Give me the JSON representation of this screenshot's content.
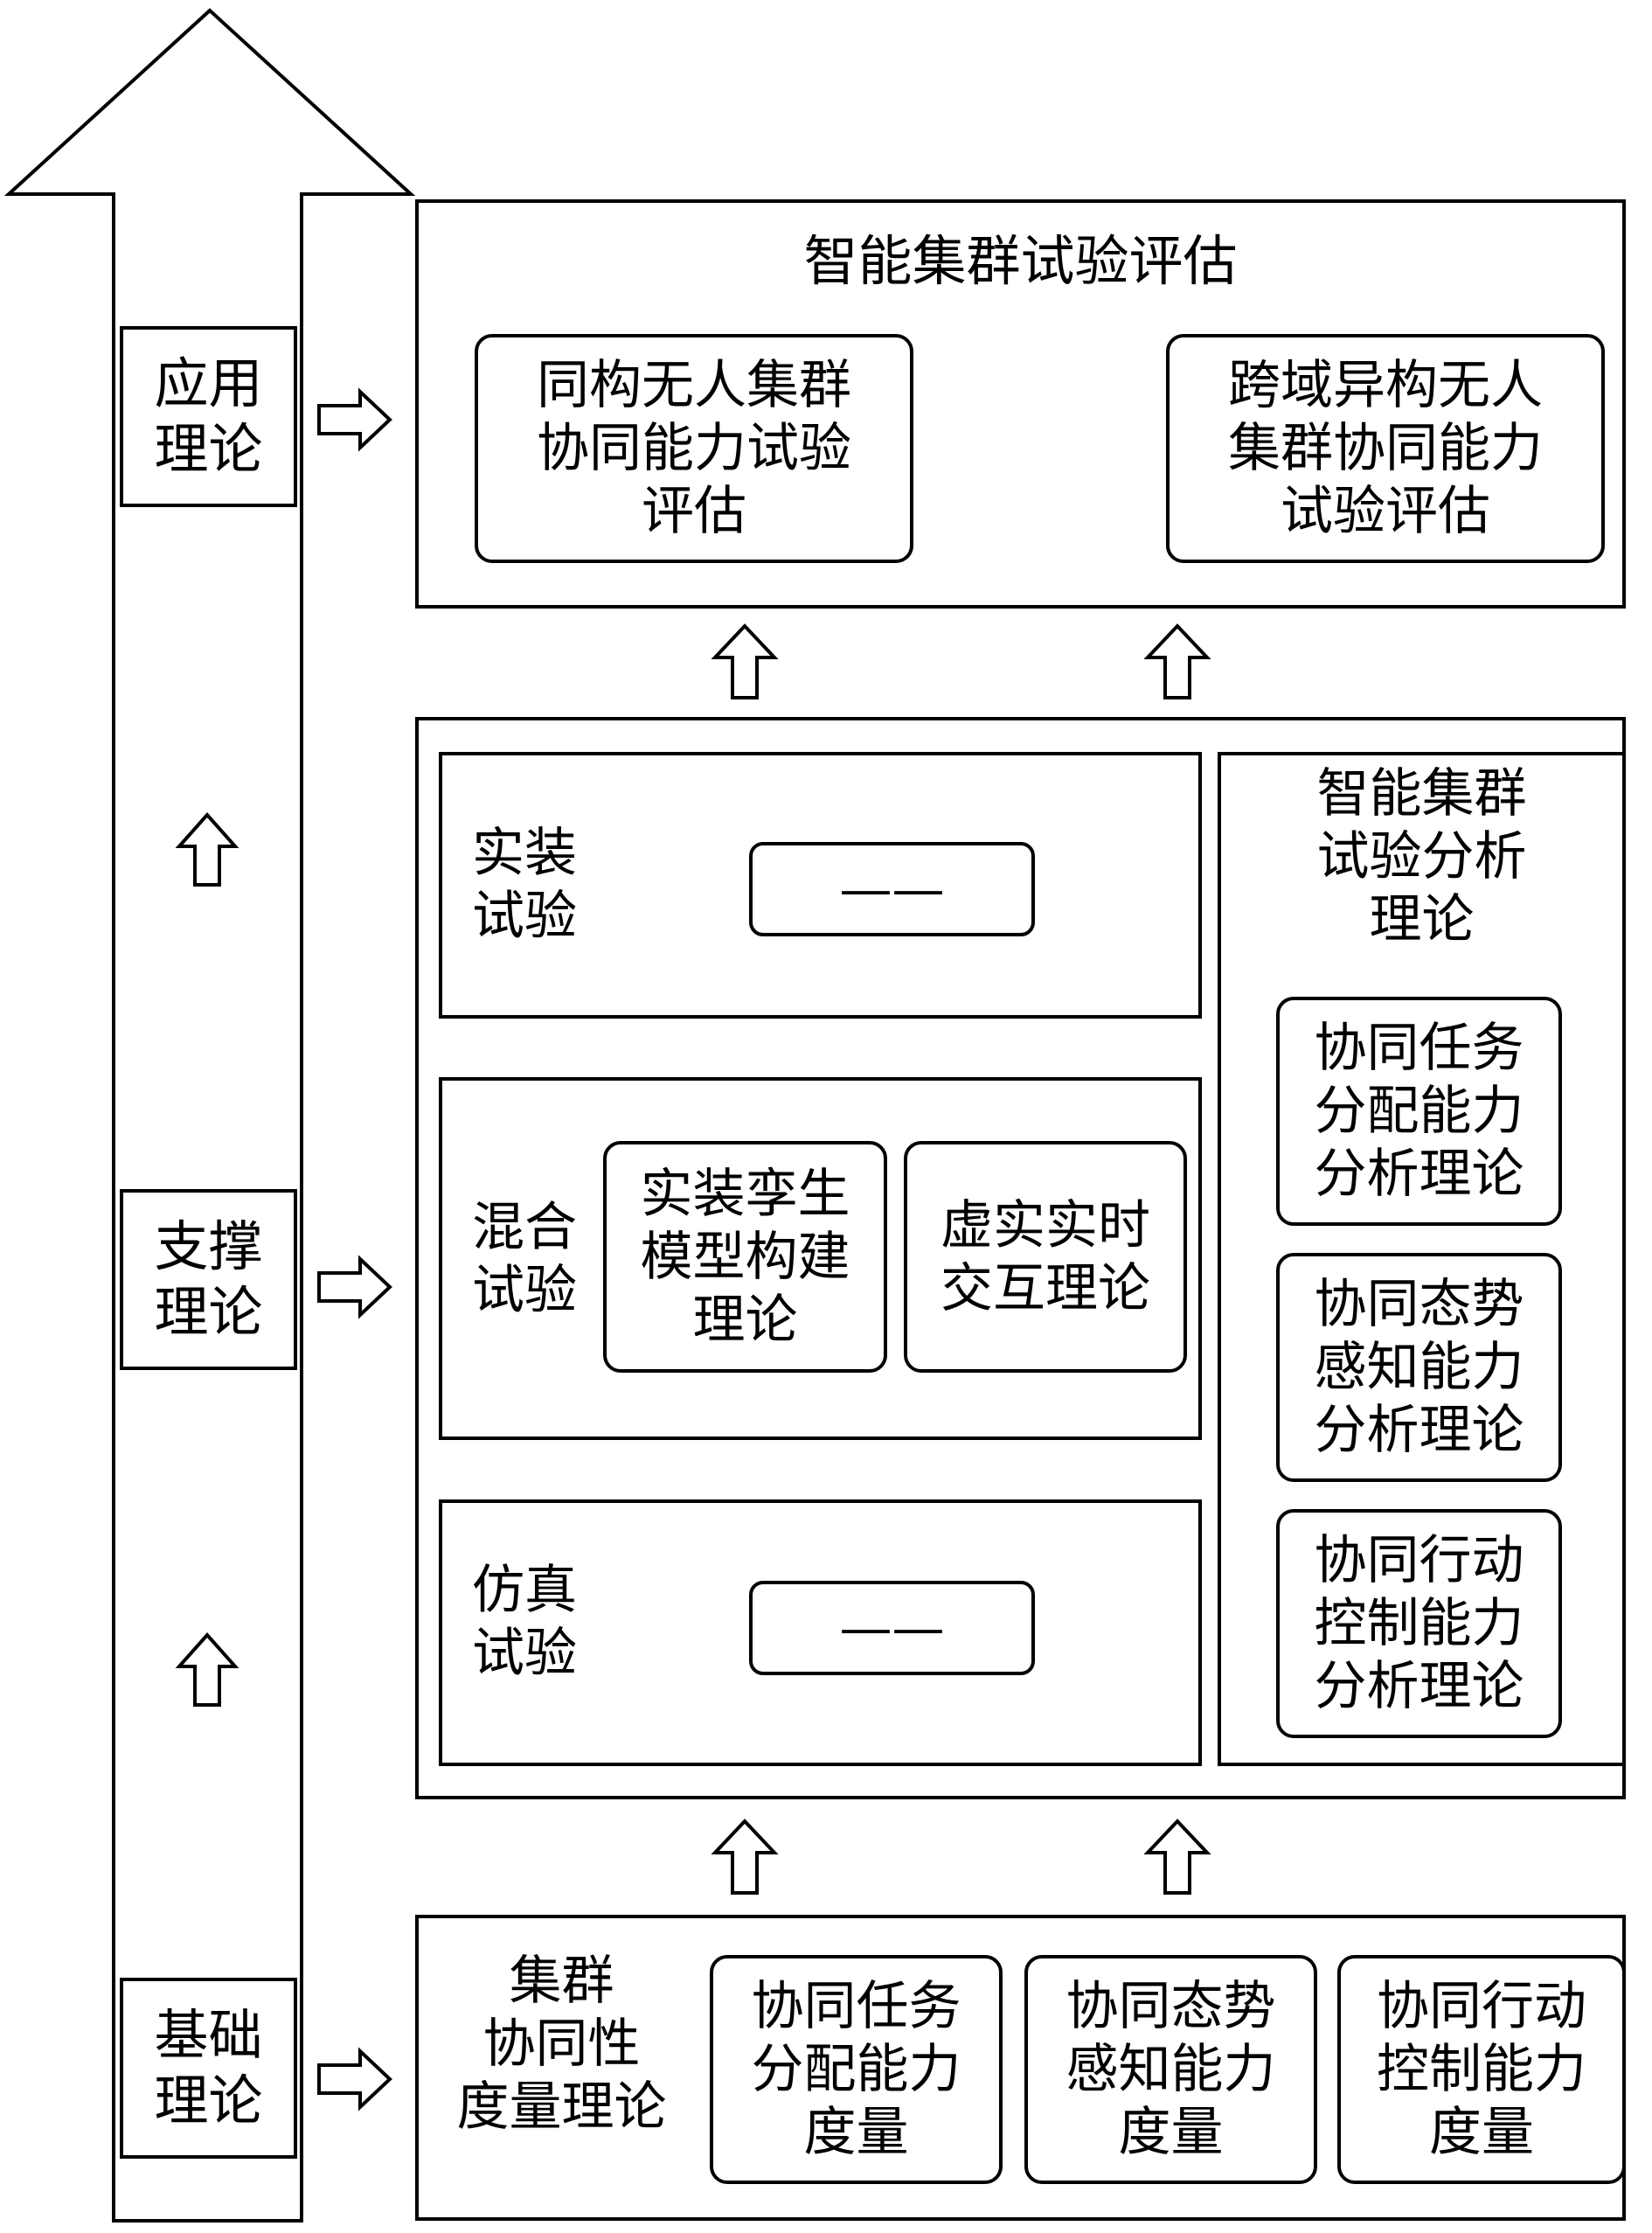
{
  "axis": {
    "application_label": "应用\n理论",
    "support_label": "支撑\n理论",
    "foundation_label": "基础\n理论"
  },
  "top": {
    "title": "智能集群试验评估",
    "left_item": "同构无人集群\n协同能力试验\n评估",
    "right_item": "跨域异构无人\n集群协同能力\n试验评估"
  },
  "middle": {
    "real_test": {
      "label": "实装\n试验",
      "item": "——"
    },
    "hybrid_test": {
      "label": "混合\n试验",
      "item1": "实装孪生\n模型构建\n理论",
      "item2": "虚实实时\n交互理论"
    },
    "sim_test": {
      "label": "仿真\n试验",
      "item": "——"
    },
    "analysis": {
      "title": "智能集群\n试验分析\n理论",
      "items": [
        "协同任务\n分配能力\n分析理论",
        "协同态势\n感知能力\n分析理论",
        "协同行动\n控制能力\n分析理论"
      ]
    }
  },
  "bottom": {
    "title": "集群\n协同性\n度量理论",
    "items": [
      "协同任务\n分配能力\n度量",
      "协同态势\n感知能力\n度量",
      "协同行动\n控制能力\n度量"
    ]
  }
}
